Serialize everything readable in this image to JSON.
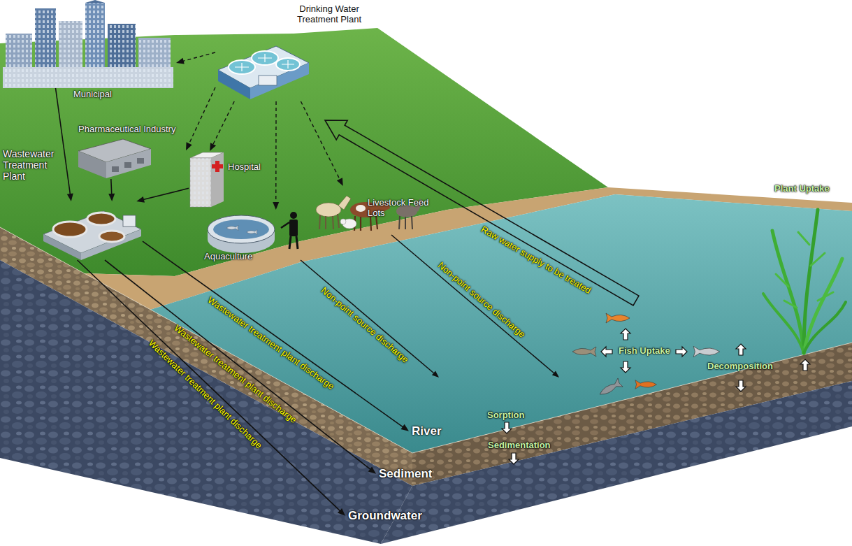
{
  "diagram": {
    "nodes": [
      {
        "text": [
          "Municipal"
        ]
      },
      {
        "text": [
          "Drinking Water Treatment Plant"
        ]
      },
      {
        "text": [
          "Pharmaceutical Industry"
        ]
      },
      {
        "text": [
          "Hospital"
        ]
      },
      {
        "text": [
          "Wastewater Treatment Plant"
        ]
      },
      {
        "text": [
          "Aquaculture"
        ]
      },
      {
        "text": [
          "Livestock Feed Lots"
        ]
      },
      {
        "text": [
          "River"
        ]
      },
      {
        "text": [
          "Sediment"
        ]
      },
      {
        "text": [
          "Groundwater"
        ]
      }
    ],
    "edges": [
      {
        "from": 1,
        "to": 0,
        "arrow": "to"
      },
      {
        "from": 1,
        "to": 2,
        "arrow": "to"
      },
      {
        "from": 1,
        "to": 3,
        "arrow": "to"
      },
      {
        "from": 1,
        "to": 5,
        "arrow": "to"
      },
      {
        "from": 1,
        "to": 6,
        "arrow": "to"
      },
      {
        "from": 0,
        "to": 4,
        "arrow": "to"
      },
      {
        "from": 2,
        "to": 4,
        "arrow": "to"
      },
      {
        "from": 3,
        "to": 4,
        "arrow": "to"
      },
      {
        "from": 4,
        "to": 7,
        "label": "Wastewater treatment plant discharge",
        "arrow": "to"
      },
      {
        "from": 4,
        "to": 8,
        "label": "Wastewater treatment plant discharge",
        "arrow": "to"
      },
      {
        "from": 4,
        "to": 9,
        "label": "Wastewater treatment plant discharge",
        "arrow": "to"
      }
    ],
    "labels": [
      "Raw water supply to be treated",
      "Non-point source discharge",
      "Non-point source discharge",
      "Plant Uptake",
      "Fish Uptake",
      "Decomposition",
      "Sorption",
      "Sedimentation"
    ]
  }
}
